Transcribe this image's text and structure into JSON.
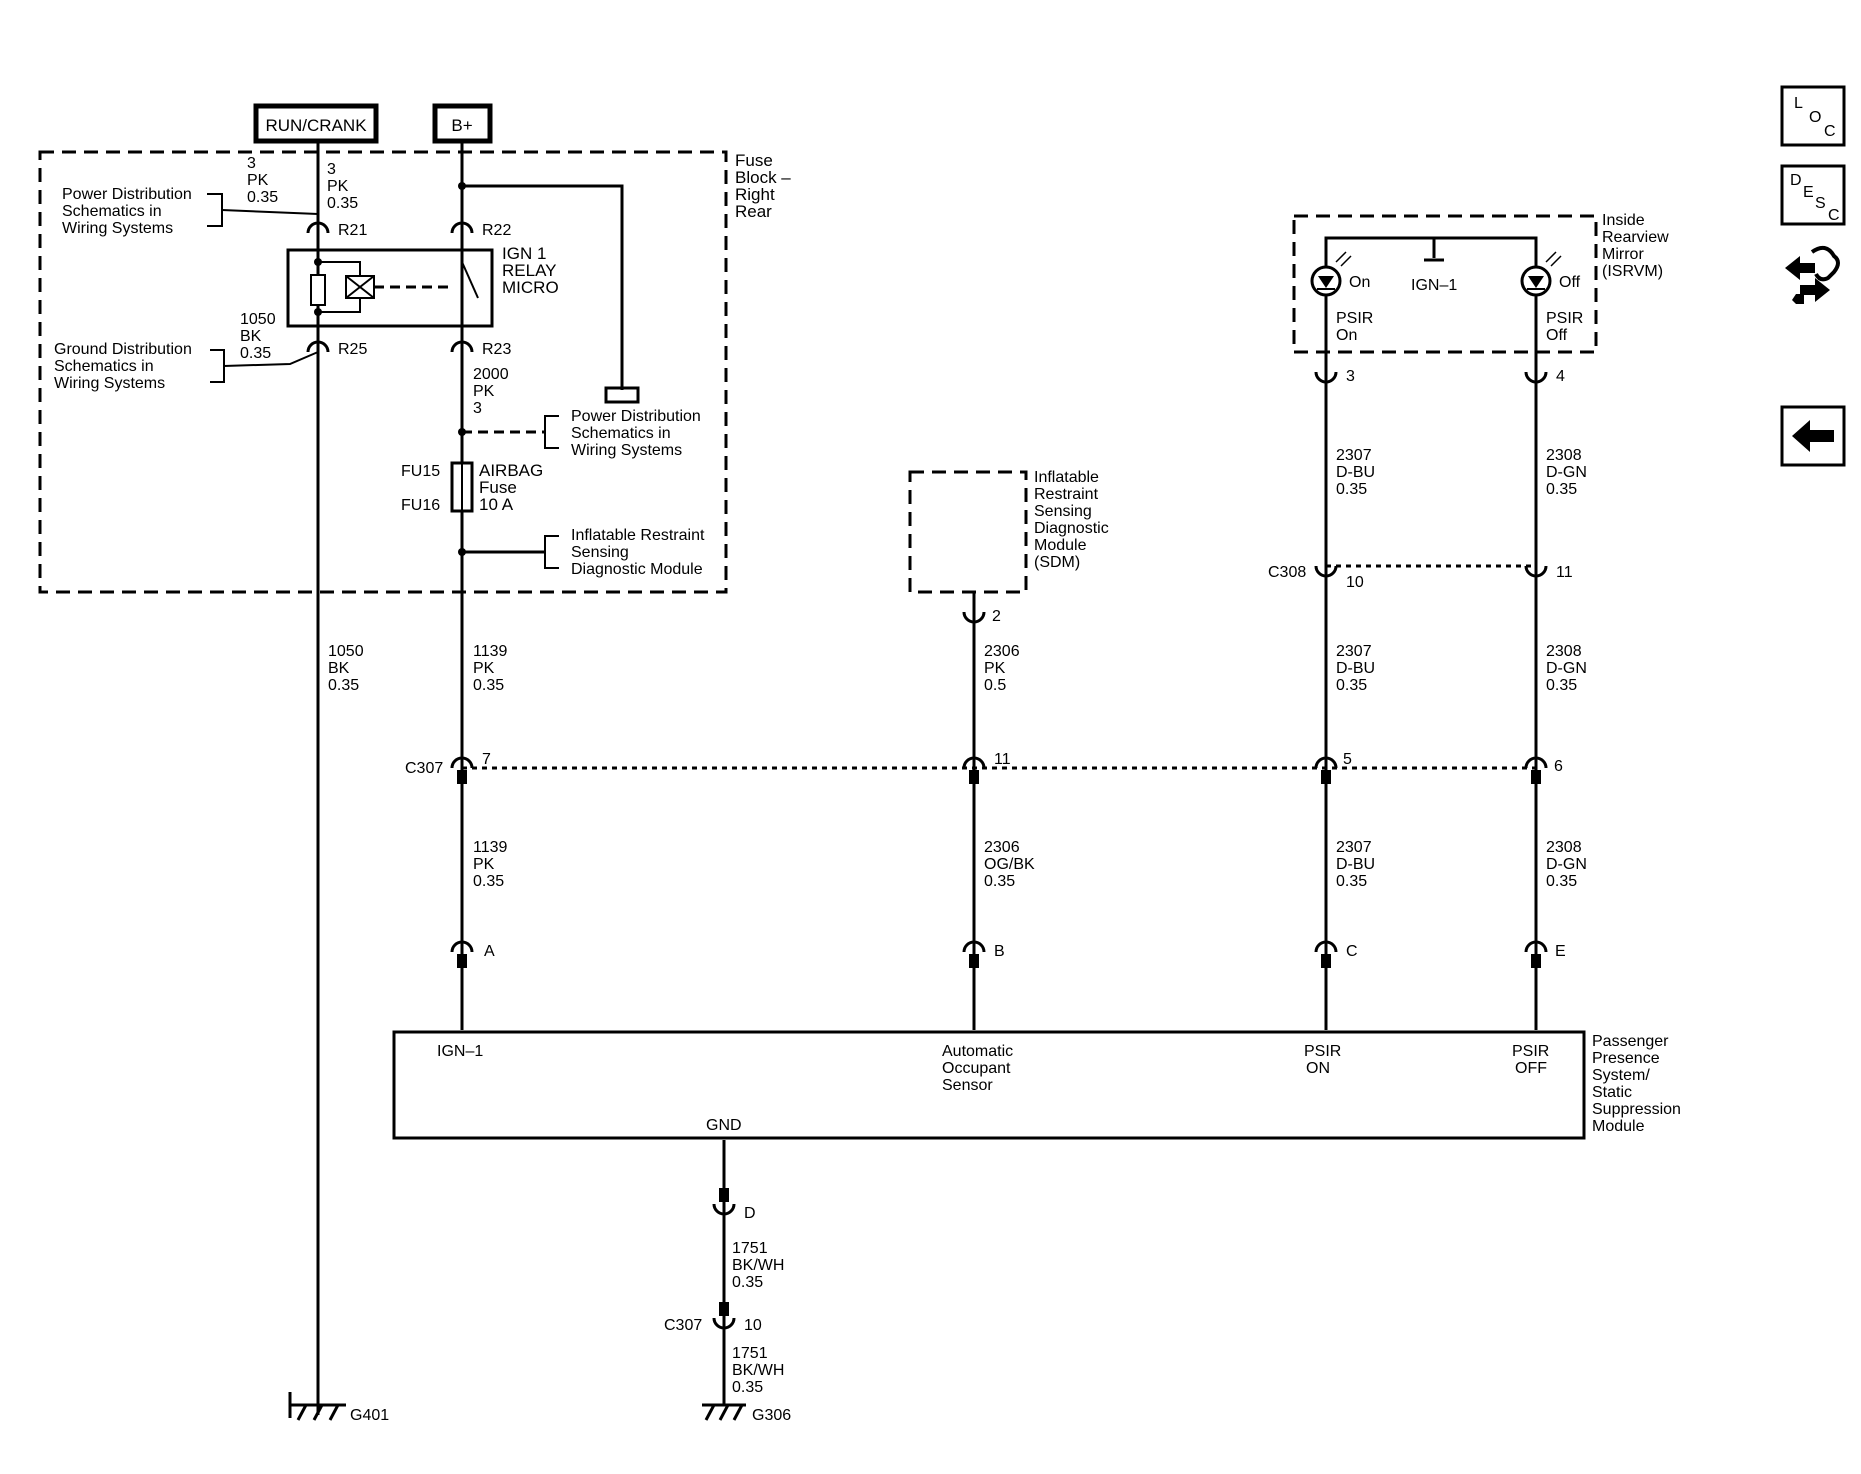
{
  "power_labels": {
    "run_crank": "RUN/CRANK",
    "b_plus": "B+"
  },
  "fuse_block": {
    "title": [
      "Fuse",
      "Block –",
      "Right",
      "Rear"
    ],
    "relay": [
      "IGN 1",
      "RELAY",
      "MICRO"
    ],
    "fuse": [
      "AIRBAG",
      "Fuse",
      "10 A"
    ],
    "fuse_ids": [
      "FU15",
      "FU16"
    ],
    "terminals": [
      "R21",
      "R22",
      "R25",
      "R23"
    ]
  },
  "refs": {
    "power_dist": [
      "Power Distribution",
      "Schematics in",
      "Wiring Systems"
    ],
    "ground_dist": [
      "Ground Distribution",
      "Schematics in",
      "Wiring Systems"
    ],
    "power_dist_2": [
      "Power Distribution",
      "Schematics in",
      "Wiring Systems"
    ],
    "irsdm": [
      "Inflatable Restraint",
      "Sensing",
      "Diagnostic Module"
    ]
  },
  "wires": {
    "w_3pk_a": [
      "3",
      "PK",
      "0.35"
    ],
    "w_3pk_b": [
      "3",
      "PK",
      "0.35"
    ],
    "w_1050_a": [
      "1050",
      "BK",
      "0.35"
    ],
    "w_1050_b": [
      "1050",
      "BK",
      "0.35"
    ],
    "w_2000": [
      "2000",
      "PK",
      "3"
    ],
    "w_1139_a": [
      "1139",
      "PK",
      "0.35"
    ],
    "w_1139_b": [
      "1139",
      "PK",
      "0.35"
    ],
    "w_2306_a": [
      "2306",
      "PK",
      "0.5"
    ],
    "w_2306_b": [
      "2306",
      "OG/BK",
      "0.35"
    ],
    "w_2307_a": [
      "2307",
      "D-BU",
      "0.35"
    ],
    "w_2307_b": [
      "2307",
      "D-BU",
      "0.35"
    ],
    "w_2307_c": [
      "2307",
      "D-BU",
      "0.35"
    ],
    "w_2308_a": [
      "2308",
      "D-GN",
      "0.35"
    ],
    "w_2308_b": [
      "2308",
      "D-GN",
      "0.35"
    ],
    "w_2308_c": [
      "2308",
      "D-GN",
      "0.35"
    ],
    "w_1751_a": [
      "1751",
      "BK/WH",
      "0.35"
    ],
    "w_1751_b": [
      "1751",
      "BK/WH",
      "0.35"
    ]
  },
  "sdm": {
    "label": [
      "Inflatable",
      "Restraint",
      "Sensing",
      "Diagnostic",
      "Module",
      "(SDM)"
    ],
    "pin": "2"
  },
  "isrvm": {
    "label": [
      "Inside",
      "Rearview",
      "Mirror",
      "(ISRVM)"
    ],
    "on": "On",
    "off": "Off",
    "ign": "IGN–1",
    "psir_on": [
      "PSIR",
      "On"
    ],
    "psir_off": [
      "PSIR",
      "Off"
    ],
    "pins": [
      "3",
      "4"
    ]
  },
  "connectors": {
    "c308": "C308",
    "c308_pins": [
      "10",
      "11"
    ],
    "c307": "C307",
    "c307_pins": [
      "7",
      "11",
      "5",
      "6"
    ],
    "c307_b": "C307",
    "c307_b_pin": "10",
    "module_pins": [
      "A",
      "B",
      "C",
      "E"
    ],
    "gnd_pin": "D"
  },
  "module": {
    "ign": "IGN–1",
    "aos": [
      "Automatic",
      "Occupant",
      "Sensor"
    ],
    "psir_on": [
      "PSIR",
      "ON"
    ],
    "psir_off": [
      "PSIR",
      "OFF"
    ],
    "gnd": "GND",
    "label": [
      "Passenger",
      "Presence",
      "System/",
      "Static",
      "Suppression",
      "Module"
    ]
  },
  "grounds": {
    "g401": "G401",
    "g306": "G306"
  },
  "nav": {
    "loc": [
      "L",
      "O",
      "C"
    ],
    "desc": [
      "D",
      "E",
      "S",
      "C"
    ],
    "nav_icon": "navigation-icon",
    "back_icon": "back-arrow-icon"
  }
}
